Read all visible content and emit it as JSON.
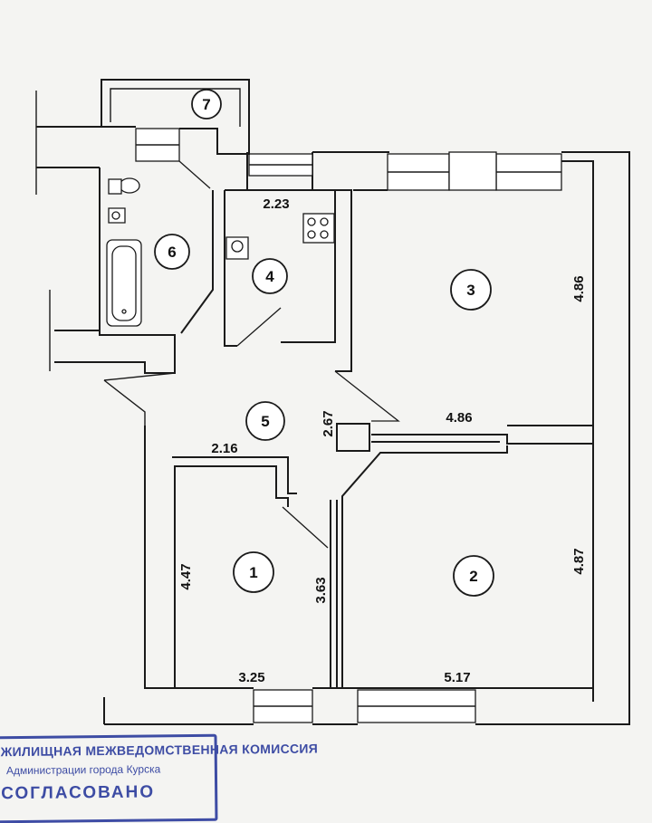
{
  "rooms": [
    {
      "number": "1"
    },
    {
      "number": "2"
    },
    {
      "number": "3"
    },
    {
      "number": "4"
    },
    {
      "number": "5"
    },
    {
      "number": "6"
    },
    {
      "number": "7"
    }
  ],
  "dimensions": {
    "room4_width": "2.23",
    "room3_height": "4.86",
    "room3_width": "4.86",
    "room5_height": "2.67",
    "room5_width": "2.16",
    "room1_height": "4.47",
    "room1_right": "3.63",
    "room1_width": "3.25",
    "room2_height": "4.87",
    "room2_width": "5.17"
  },
  "stamp": {
    "line1": "ЖИЛИЩНАЯ МЕЖВЕДОМСТВЕННАЯ КОМИССИЯ",
    "line2": "Администрации города Курска",
    "line3": "СОГЛАСОВАНО",
    "color": "#2a3a9c"
  }
}
